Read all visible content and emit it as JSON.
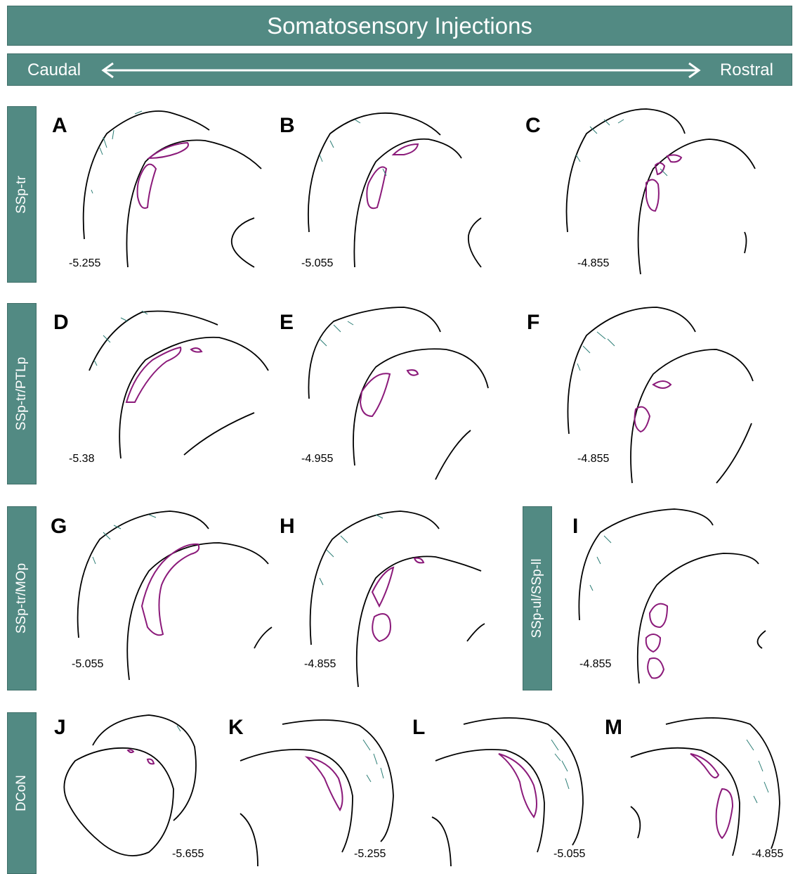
{
  "title": "Somatosensory Injections",
  "axis": {
    "left": "Caudal",
    "right": "Rostral"
  },
  "rows": [
    {
      "label": "SSp-tr"
    },
    {
      "label": "SSp-tr/PTLp"
    },
    {
      "label": "SSp-tr/MOp"
    },
    {
      "label": "SSp-ul/SSp-ll"
    },
    {
      "label": "DCoN"
    }
  ],
  "panels": [
    {
      "letter": "A",
      "bregma": "-5.255"
    },
    {
      "letter": "B",
      "bregma": "-5.055"
    },
    {
      "letter": "C",
      "bregma": "-4.855"
    },
    {
      "letter": "D",
      "bregma": "-5.38"
    },
    {
      "letter": "E",
      "bregma": "-4.955"
    },
    {
      "letter": "F",
      "bregma": "-4.855"
    },
    {
      "letter": "G",
      "bregma": "-5.055"
    },
    {
      "letter": "H",
      "bregma": "-4.855"
    },
    {
      "letter": "I",
      "bregma": "-4.855"
    },
    {
      "letter": "J",
      "bregma": "-5.655"
    },
    {
      "letter": "K",
      "bregma": "-5.255"
    },
    {
      "letter": "L",
      "bregma": "-5.055"
    },
    {
      "letter": "M",
      "bregma": "-4.855"
    }
  ],
  "colors": {
    "banner": "#528a83",
    "injection": "#8b1a7a",
    "fibers": "#2a7c74"
  }
}
